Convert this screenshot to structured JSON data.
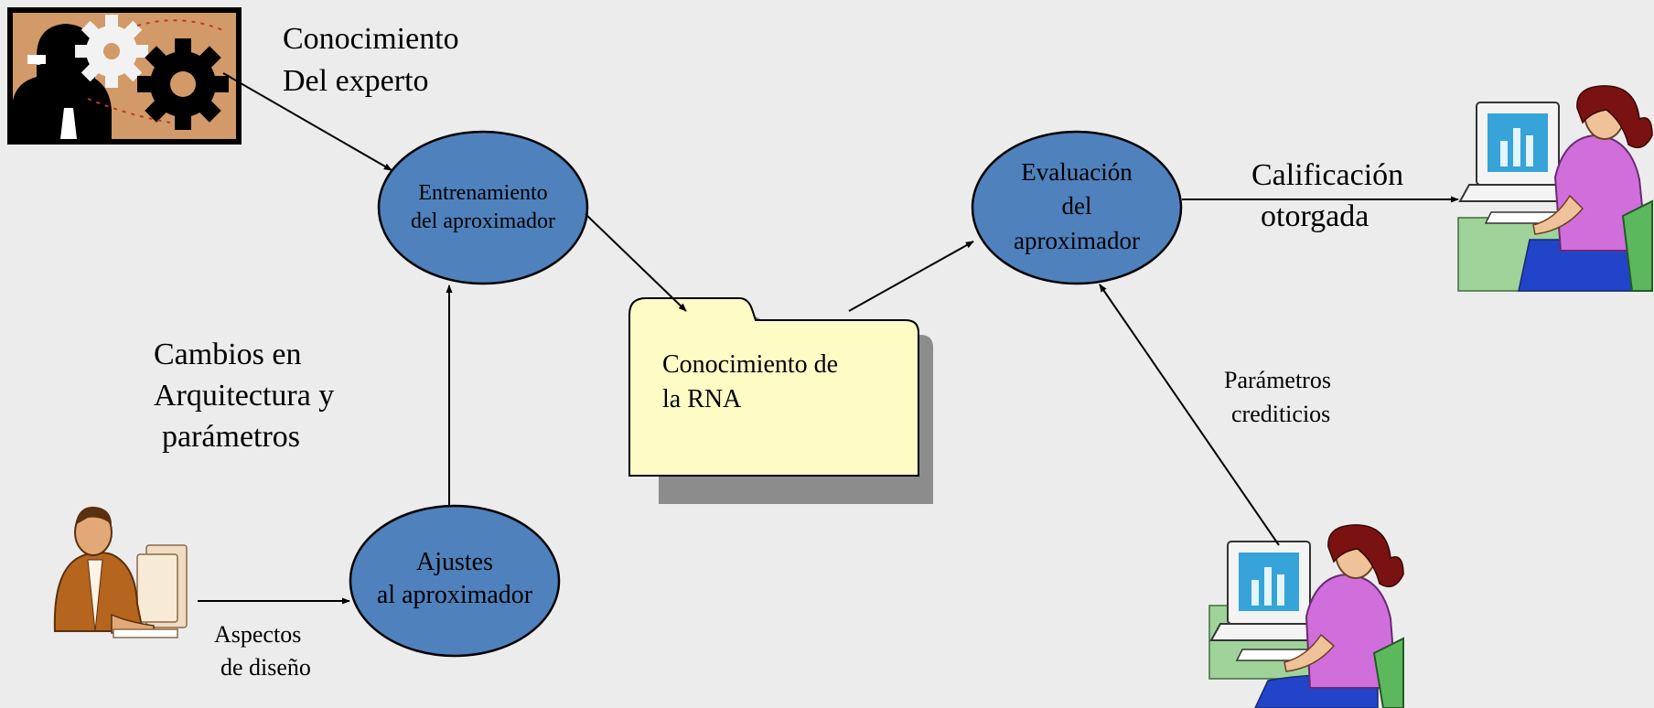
{
  "nodes": {
    "training": {
      "line1": "Entrenamiento",
      "line2": "del aproximador"
    },
    "adjustments": {
      "line1": "Ajustes",
      "line2": "al aproximador"
    },
    "evaluation": {
      "line1": "Evaluación",
      "line2": "del",
      "line3": "aproximador"
    },
    "knowledge_folder": {
      "line1": "Conocimiento de",
      "line2": "la RNA"
    }
  },
  "labels": {
    "expert": {
      "line1": "Conocimiento",
      "line2": "Del experto"
    },
    "changes": {
      "line1": "Cambios en",
      "line2": "Arquitectura y",
      "line3": "parámetros"
    },
    "design": {
      "line1": "Aspectos",
      "line2": "de diseño"
    },
    "rating": {
      "line1": "Calificación",
      "line2": "otorgada"
    },
    "credit_params": {
      "line1": "Parámetros",
      "line2": "crediticios"
    }
  },
  "colors": {
    "node_fill": "#4f81bd",
    "folder_fill": "#fefbc5",
    "folder_shadow": "#8c8c8c",
    "background": "#ececec"
  },
  "icons": [
    "expert-gears-icon",
    "designer-at-computer-icon",
    "analyst-at-computer-icon",
    "applicant-at-computer-icon"
  ]
}
